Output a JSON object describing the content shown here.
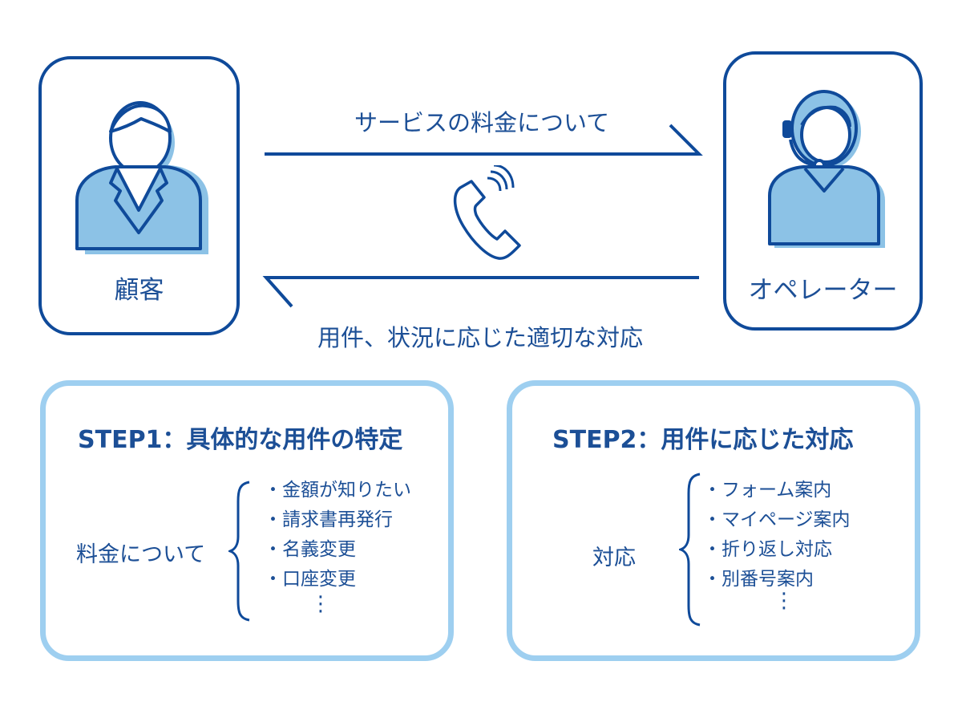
{
  "customer": {
    "label": "顧客"
  },
  "operator": {
    "label": "オペレーター"
  },
  "flow": {
    "top_arrow_label": "サービスの料金について",
    "bottom_arrow_label": "用件、状況に応じた適切な対応"
  },
  "colors": {
    "navy": "#0f4a9a",
    "fill_blue": "#8cc2e6",
    "light_border": "#9ecff0",
    "text": "#1c4f96"
  },
  "icons": [
    "customer-avatar-icon",
    "operator-headset-avatar-icon",
    "phone-ringing-icon",
    "curly-brace-icon"
  ],
  "steps": [
    {
      "title": "STEP1：具体的な用件の特定",
      "subject": "料金について",
      "items": [
        "・金額が知りたい",
        "・請求書再発行",
        "・名義変更",
        "・口座変更"
      ],
      "continuation": "⋮"
    },
    {
      "title": "STEP2：用件に応じた対応",
      "subject": "対応",
      "items": [
        "・フォーム案内",
        "・マイページ案内",
        "・折り返し対応",
        "・別番号案内"
      ],
      "continuation": "⋮"
    }
  ]
}
